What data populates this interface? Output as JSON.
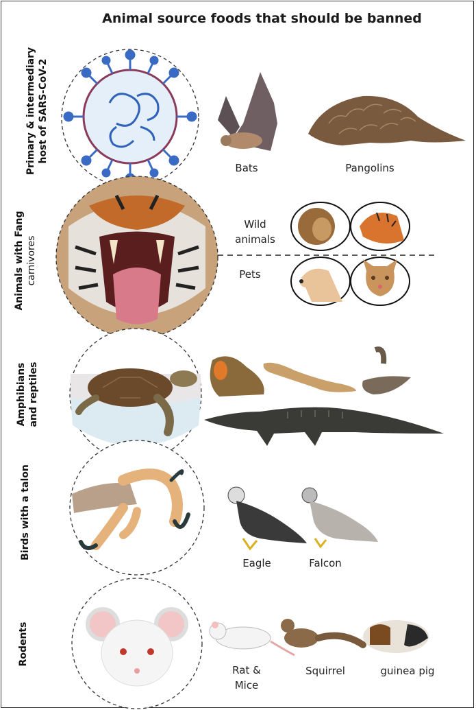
{
  "title": "Animal source foods that should be banned",
  "sections": [
    {
      "label_line1": "Primary & intermediary",
      "label_line2": "host of SARS-CoV-2",
      "animals": [
        "Bats",
        "Pangolins"
      ]
    },
    {
      "label_line1": "Animals with Fang",
      "label_line2": "carnivores",
      "groups": [
        "Wild animals",
        "Pets"
      ]
    },
    {
      "label_line1": "Amphibians",
      "label_line2": "and reptiles"
    },
    {
      "label_line1": "Birds with a talon",
      "animals": [
        "Eagle",
        "Falcon"
      ]
    },
    {
      "label_line1": "Rodents",
      "animals": [
        "Rat & Mice",
        "Squirrel",
        "guinea pig"
      ]
    }
  ]
}
